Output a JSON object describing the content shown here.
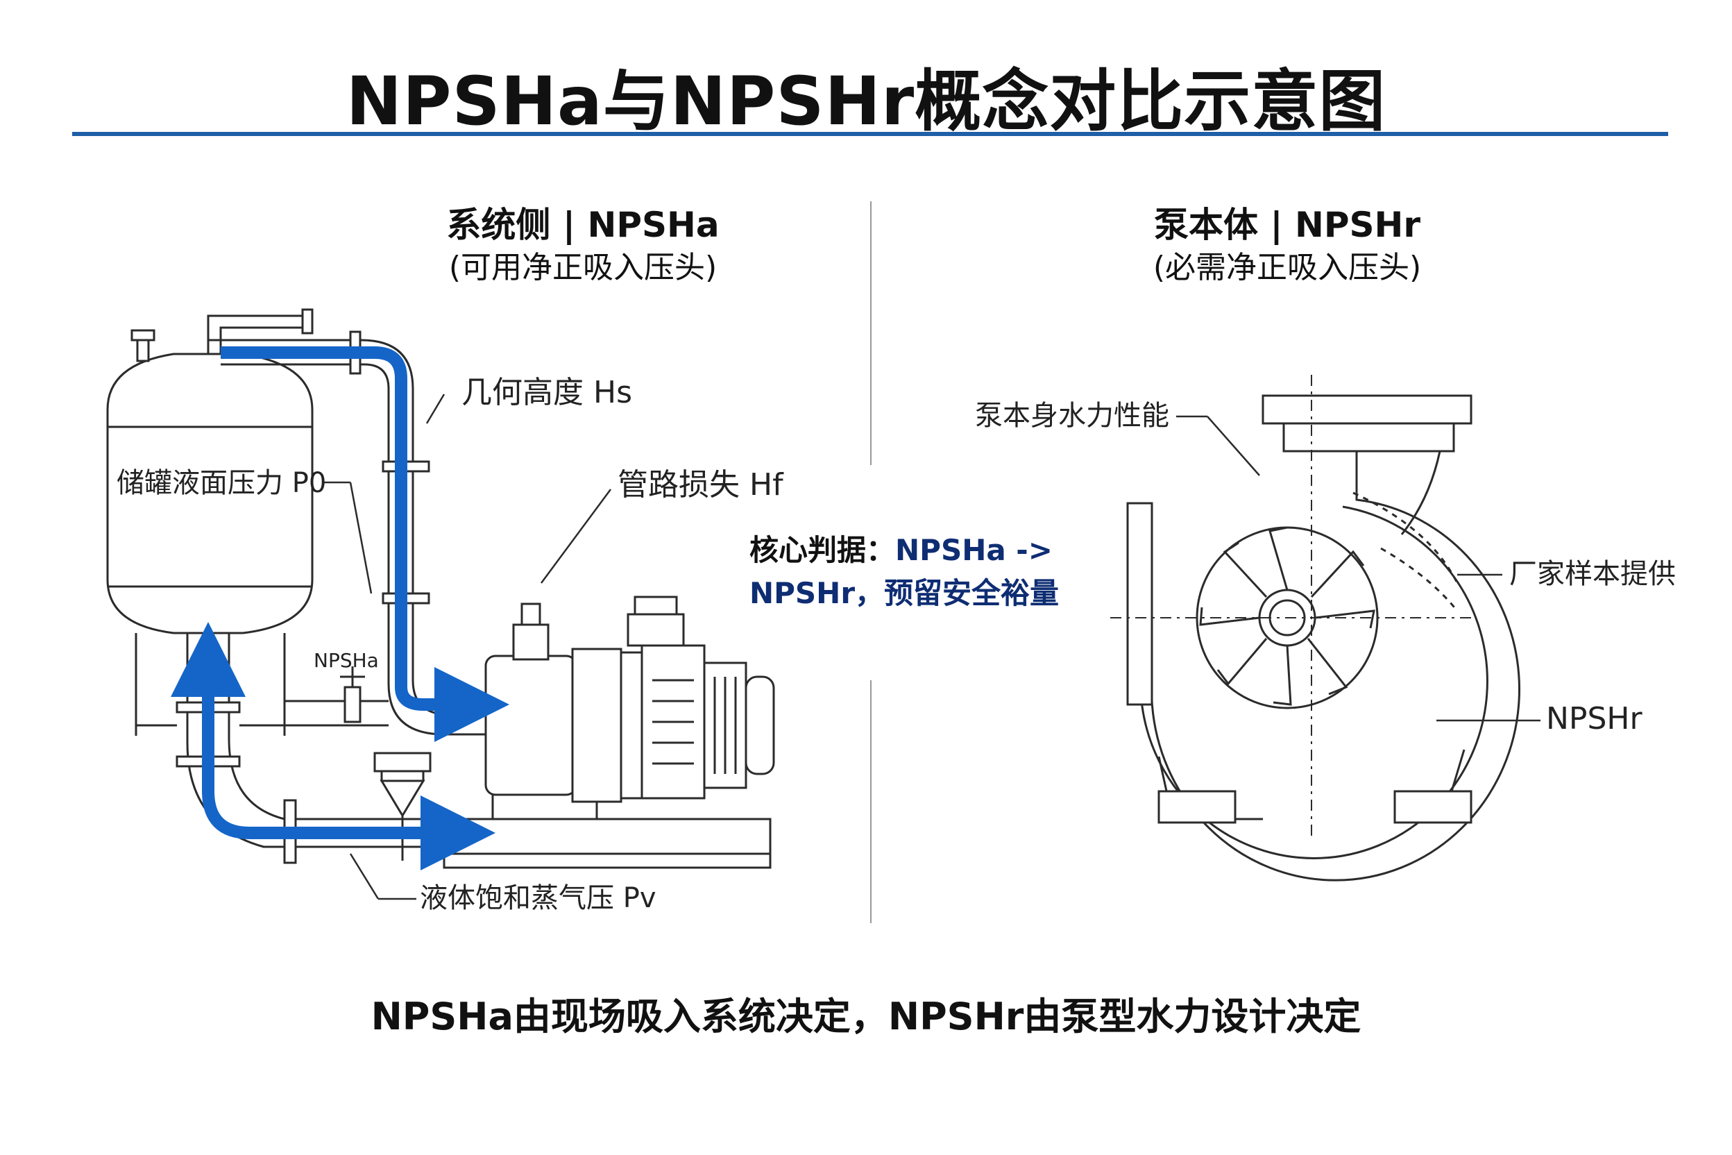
{
  "title": "NPSHa与NPSHr概念对比示意图",
  "left": {
    "heading": "系统侧 | NPSHa",
    "subheading": "(可用净正吸入压头)",
    "labels": {
      "geometric_height": "几何高度 Hs",
      "tank_pressure": "储罐液面压力 P0",
      "pipe_loss": "管路损失 Hf",
      "npsha_tag": "NPSHa",
      "vapor_pressure": "液体饱和蒸气压 Pv"
    }
  },
  "center": {
    "key_prefix": "核心判据：",
    "key_line1": "NPSHa ->",
    "key_line2": "NPSHr，预留安全裕量"
  },
  "right": {
    "heading": "泵本体 | NPSHr",
    "subheading": "(必需净正吸入压头)",
    "labels": {
      "hydraulic": "泵本身水力性能",
      "manufacturer": "厂家样本提供",
      "npshr": "NPSHr"
    }
  },
  "footer": "NPSHa由现场吸入系统决定，NPSHr由泵型水力设计决定",
  "colors": {
    "accent_blue": "#1f5ea8",
    "flow_blue": "#1565c8",
    "note_navy": "#0e2d73",
    "line": "#2b2b2b"
  }
}
